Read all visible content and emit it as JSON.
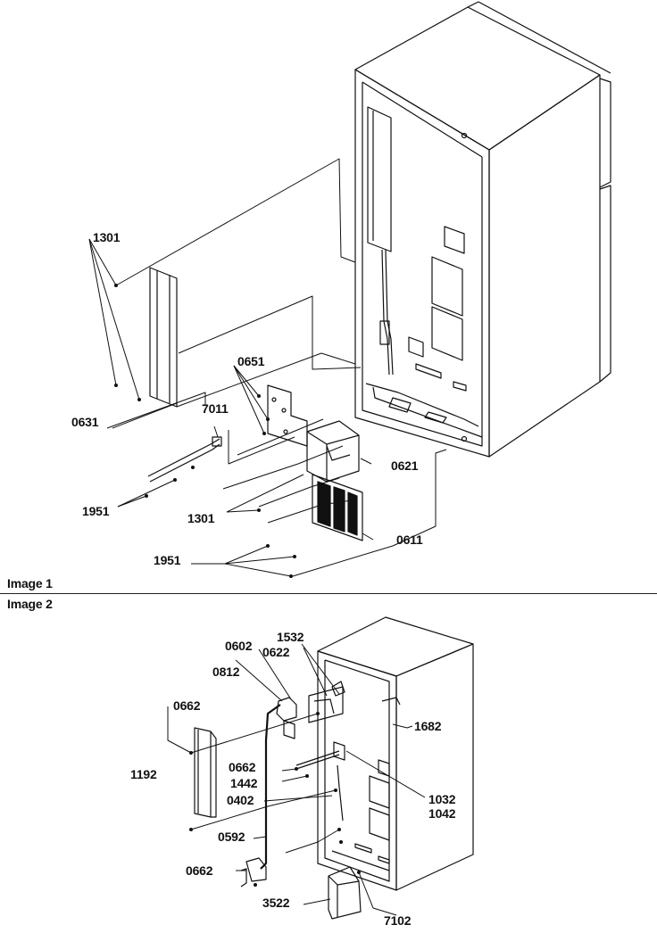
{
  "sections": [
    {
      "caption": "Image 1",
      "labels": {
        "l1301a": "1301",
        "l0651": "0651",
        "l0631": "0631",
        "l7011": "7011",
        "l0621": "0621",
        "l1951a": "1951",
        "l1301b": "1301",
        "l0611": "0611",
        "l1951b": "1951"
      }
    },
    {
      "caption": "Image 2",
      "labels": {
        "l0602": "0602",
        "l1532": "1532",
        "l0622": "0622",
        "l0812": "0812",
        "l0662a": "0662",
        "l1682": "1682",
        "l1192": "1192",
        "l0662b": "0662",
        "l1442": "1442",
        "l0402": "0402",
        "l1032": "1032",
        "l1042": "1042",
        "l0592": "0592",
        "l0662c": "0662",
        "l3522": "3522",
        "l7102": "7102"
      }
    }
  ],
  "colors": {
    "line": "#111111",
    "background": "#ffffff"
  }
}
